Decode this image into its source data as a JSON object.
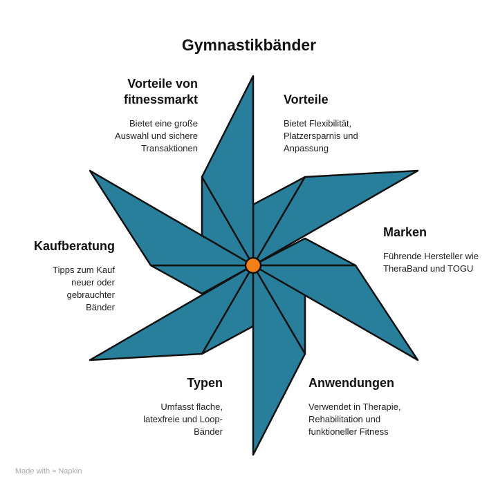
{
  "title": "Gymnastikbänder",
  "colors": {
    "blade": "#277f9c",
    "center": "#f57f17",
    "stroke": "#111111"
  },
  "items": [
    {
      "heading": "Vorteile von fitnessmarkt",
      "text": "Bietet eine große Auswahl und sichere Transaktionen"
    },
    {
      "heading": "Vorteile",
      "text": "Bietet Flexibilität, Platzersparnis und Anpassung"
    },
    {
      "heading": "Marken",
      "text": "Führende Hersteller wie TheraBand und TOGU"
    },
    {
      "heading": "Anwendungen",
      "text": "Verwendet in Therapie, Rehabilitation und funktioneller Fitness"
    },
    {
      "heading": "Typen",
      "text": "Umfasst flache, latexfreie und Loop-Bänder"
    },
    {
      "heading": "Kaufberatung",
      "text": "Tipps zum Kauf neuer oder gebrauchter Bänder"
    }
  ],
  "footer": {
    "made_with": "Made with",
    "brand": "Napkin",
    "icon": "napkin-logo-icon"
  }
}
